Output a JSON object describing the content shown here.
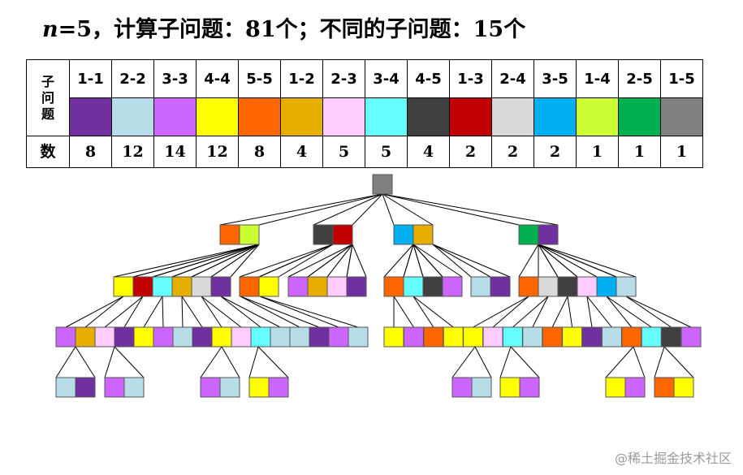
{
  "title": {
    "n": "n",
    "rest": "=5，计算子问题：81个；不同的子问题：15个"
  },
  "table": {
    "row_header": [
      "子",
      "问",
      "题"
    ],
    "count_header": "数",
    "columns": [
      {
        "label": "1-1",
        "color": "#7030A0",
        "count": "8"
      },
      {
        "label": "2-2",
        "color": "#B7DEE8",
        "count": "12"
      },
      {
        "label": "3-3",
        "color": "#CC66FF",
        "count": "14"
      },
      {
        "label": "4-4",
        "color": "#FFFF00",
        "count": "12"
      },
      {
        "label": "5-5",
        "color": "#FF6600",
        "count": "8"
      },
      {
        "label": "1-2",
        "color": "#E6AE00",
        "count": "4"
      },
      {
        "label": "2-3",
        "color": "#FFCCFF",
        "count": "5"
      },
      {
        "label": "3-4",
        "color": "#66FFFF",
        "count": "5"
      },
      {
        "label": "4-5",
        "color": "#404040",
        "count": "4"
      },
      {
        "label": "1-3",
        "color": "#C00000",
        "count": "2"
      },
      {
        "label": "2-4",
        "color": "#D9D9D9",
        "count": "2"
      },
      {
        "label": "3-5",
        "color": "#00B0F0",
        "count": "2"
      },
      {
        "label": "1-4",
        "color": "#CCFF33",
        "count": "1"
      },
      {
        "label": "2-5",
        "color": "#00B050",
        "count": "1"
      },
      {
        "label": "1-5",
        "color": "#808080",
        "count": "1"
      }
    ]
  },
  "tree_colors": {
    "root": "1-5",
    "level1": [
      [
        "5-5",
        "1-4"
      ],
      [
        "4-5",
        "1-3"
      ],
      [
        "3-5",
        "1-2"
      ],
      [
        "2-5",
        "1-1"
      ]
    ],
    "level2": [
      [
        "4-4",
        "1-3",
        "3-4",
        "1-2",
        "2-4",
        "1-1"
      ],
      [
        "5-5",
        "4-4"
      ],
      [
        "3-3",
        "1-2",
        "2-3",
        "1-1"
      ],
      [
        "5-5",
        "3-4",
        "4-5",
        "3-3"
      ],
      [
        "2-2",
        "1-1"
      ],
      [
        "5-5",
        "2-4",
        "4-5",
        "2-3",
        "3-5",
        "2-2"
      ]
    ],
    "level3_left": [
      "3-3",
      "1-2",
      "2-3",
      "1-1",
      "4-4",
      "3-3",
      "2-2",
      "1-1",
      "4-4",
      "2-3",
      "3-4",
      "2-2",
      "2-2",
      "1-1",
      "3-3",
      "2-2"
    ],
    "level3_right": [
      "4-4",
      "3-3",
      "5-5",
      "4-4",
      "4-4",
      "2-3",
      "3-4",
      "2-2",
      "5-5",
      "4-4",
      "1-1",
      "2-2",
      "5-5",
      "3-4",
      "4-5",
      "3-3"
    ],
    "level4": [
      [
        "2-2",
        "1-1"
      ],
      [
        "3-3",
        "2-2"
      ],
      [
        "3-3",
        "2-2"
      ],
      [
        "4-4",
        "3-3"
      ],
      [
        "3-3",
        "2-2"
      ],
      [
        "4-4",
        "3-3"
      ],
      [
        "4-4",
        "3-3"
      ],
      [
        "5-5",
        "4-4"
      ]
    ]
  },
  "watermark": "@稀土掘金技术社区"
}
